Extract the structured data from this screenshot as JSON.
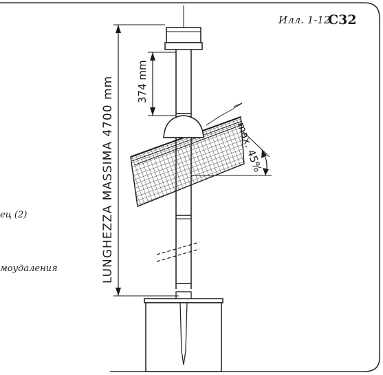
{
  "figure": {
    "label": "Илл. 1-12",
    "code": "C32",
    "dimension_total": "LUNGHEZZA MASSIMA 4700 mm",
    "dimension_top": "374 mm",
    "angle_label": "max. 45%",
    "side_note_1": "ец (2)",
    "side_note_2": "моудаления"
  },
  "colors": {
    "line": "#1a1a1a",
    "frame": "#333333",
    "background": "#ffffff"
  }
}
